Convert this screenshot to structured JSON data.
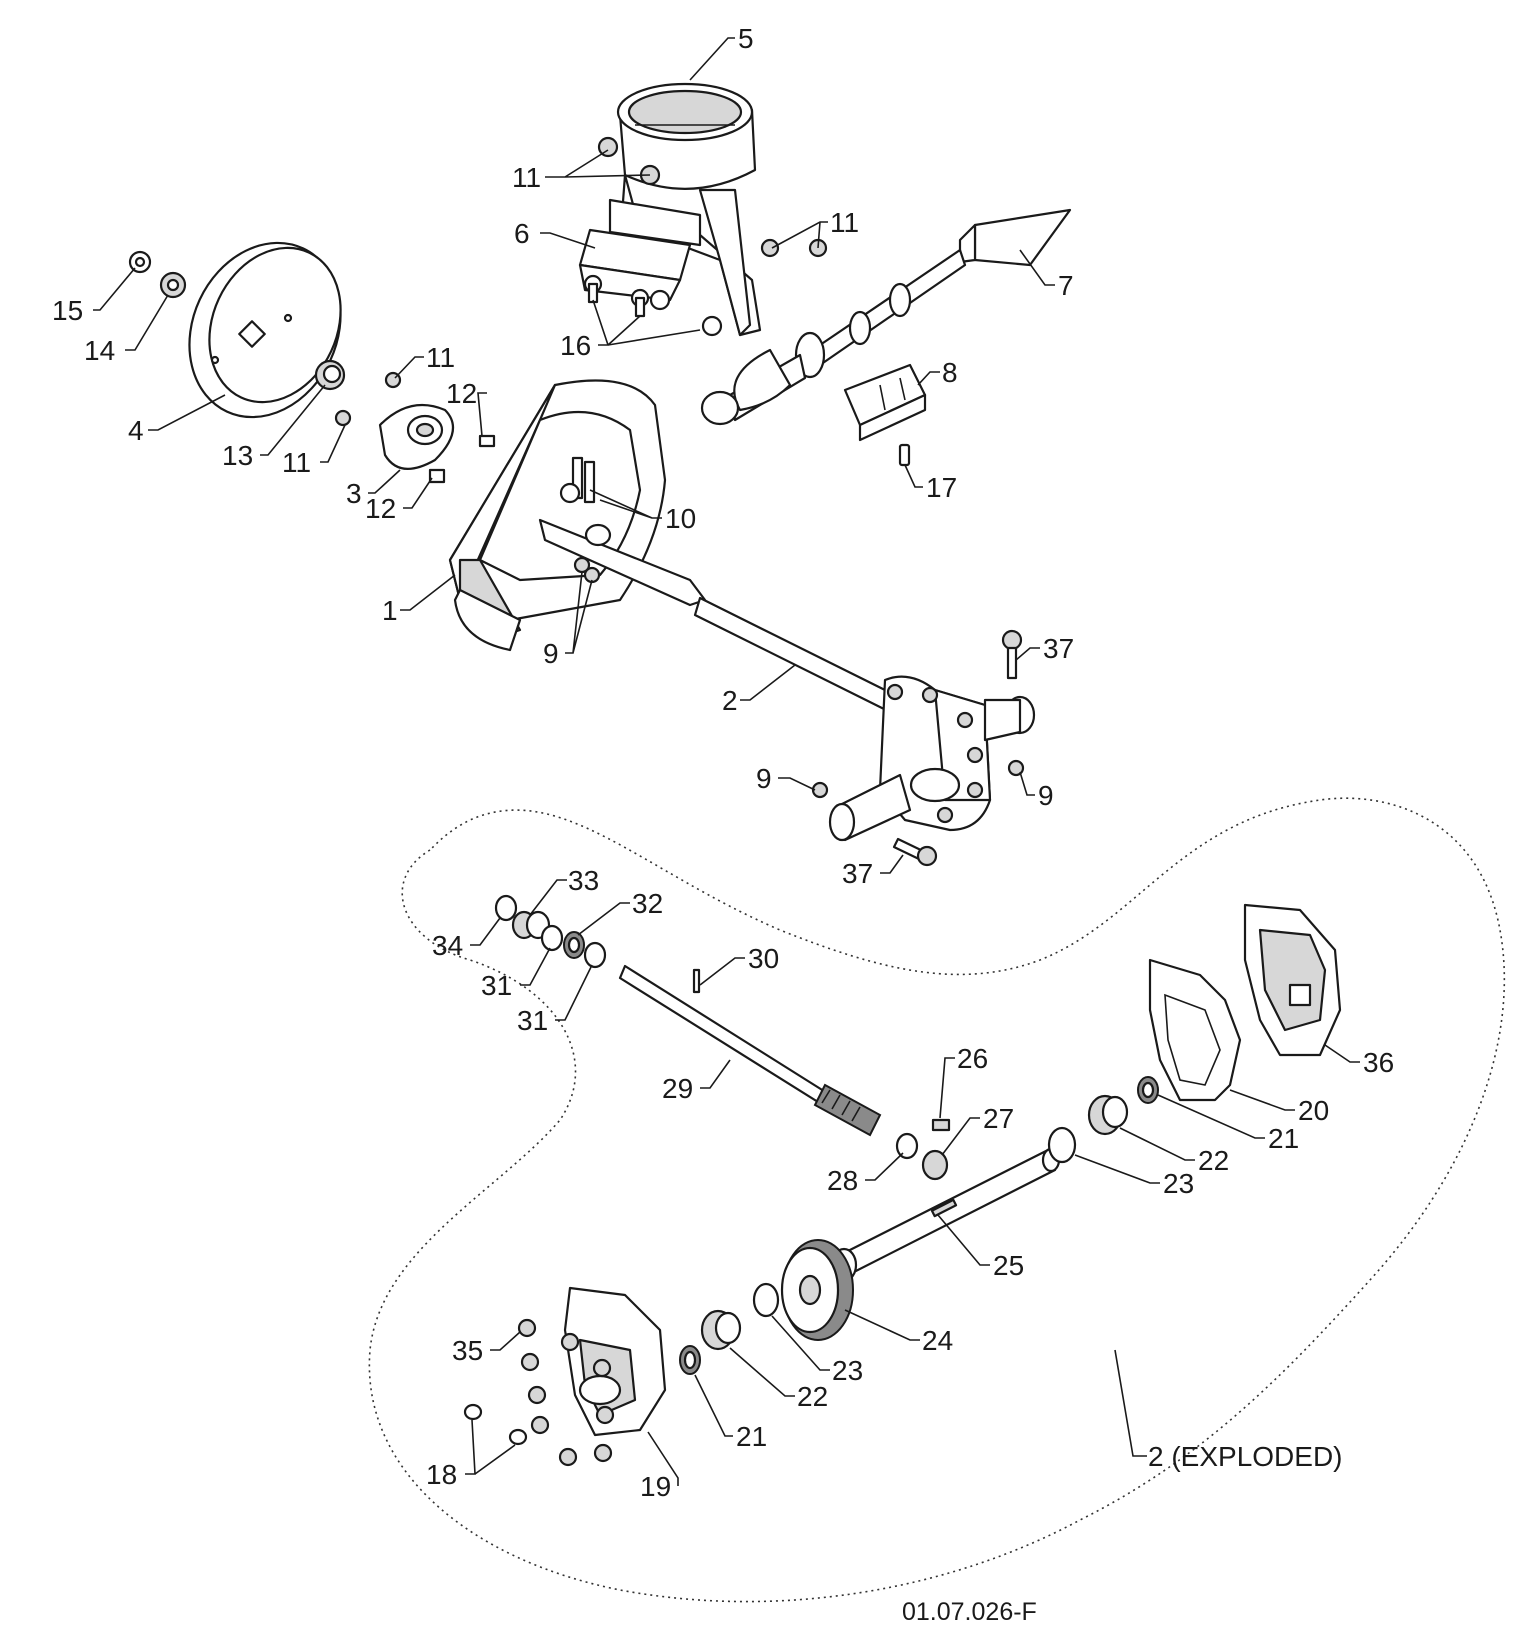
{
  "diagram_code": "01.07.026-F",
  "exploded_label": "2 (EXPLODED)",
  "callouts": [
    {
      "id": "c-5",
      "text": "5"
    },
    {
      "id": "c-11a",
      "text": "11"
    },
    {
      "id": "c-11b",
      "text": "11"
    },
    {
      "id": "c-6",
      "text": "6"
    },
    {
      "id": "c-7",
      "text": "7"
    },
    {
      "id": "c-15",
      "text": "15"
    },
    {
      "id": "c-14",
      "text": "14"
    },
    {
      "id": "c-16",
      "text": "16"
    },
    {
      "id": "c-11c",
      "text": "11"
    },
    {
      "id": "c-8",
      "text": "8"
    },
    {
      "id": "c-12a",
      "text": "12"
    },
    {
      "id": "c-4",
      "text": "4"
    },
    {
      "id": "c-13",
      "text": "13"
    },
    {
      "id": "c-11d",
      "text": "11"
    },
    {
      "id": "c-17",
      "text": "17"
    },
    {
      "id": "c-3",
      "text": "3"
    },
    {
      "id": "c-12b",
      "text": "12"
    },
    {
      "id": "c-10",
      "text": "10"
    },
    {
      "id": "c-1",
      "text": "1"
    },
    {
      "id": "c-9a",
      "text": "9"
    },
    {
      "id": "c-37a",
      "text": "37"
    },
    {
      "id": "c-2",
      "text": "2"
    },
    {
      "id": "c-9b",
      "text": "9"
    },
    {
      "id": "c-9c",
      "text": "9"
    },
    {
      "id": "c-37b",
      "text": "37"
    },
    {
      "id": "c-33",
      "text": "33"
    },
    {
      "id": "c-32",
      "text": "32"
    },
    {
      "id": "c-34",
      "text": "34"
    },
    {
      "id": "c-30",
      "text": "30"
    },
    {
      "id": "c-31a",
      "text": "31"
    },
    {
      "id": "c-31b",
      "text": "31"
    },
    {
      "id": "c-26",
      "text": "26"
    },
    {
      "id": "c-36",
      "text": "36"
    },
    {
      "id": "c-29",
      "text": "29"
    },
    {
      "id": "c-27",
      "text": "27"
    },
    {
      "id": "c-20",
      "text": "20"
    },
    {
      "id": "c-21a",
      "text": "21"
    },
    {
      "id": "c-28",
      "text": "28"
    },
    {
      "id": "c-22a",
      "text": "22"
    },
    {
      "id": "c-23a",
      "text": "23"
    },
    {
      "id": "c-25",
      "text": "25"
    },
    {
      "id": "c-24",
      "text": "24"
    },
    {
      "id": "c-35",
      "text": "35"
    },
    {
      "id": "c-23b",
      "text": "23"
    },
    {
      "id": "c-22b",
      "text": "22"
    },
    {
      "id": "c-21b",
      "text": "21"
    },
    {
      "id": "c-18",
      "text": "18"
    },
    {
      "id": "c-19",
      "text": "19"
    }
  ]
}
